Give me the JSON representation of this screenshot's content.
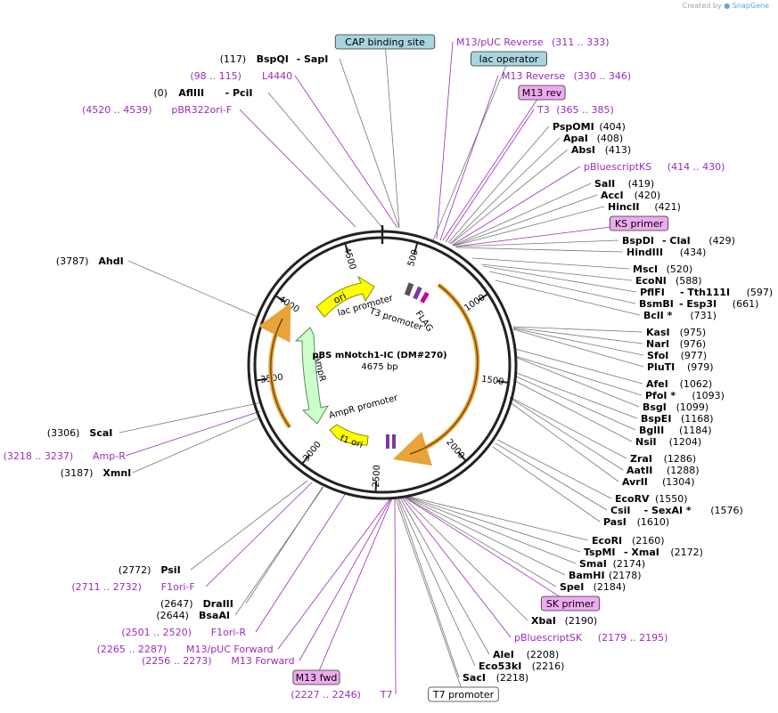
{
  "credit": {
    "prefix": "Created by",
    "brand": "SnapGene"
  },
  "plasmid": {
    "name": "pBS mNotch1-IC (DM#270)",
    "size": "4675 bp"
  },
  "colors": {
    "site": "#000000",
    "primer": "#9c2bbd",
    "line": "#777777",
    "primer_line": "#9c2bbd",
    "ori": "#ffff00",
    "ampr": "#ccffcc",
    "gene": "#f5b041",
    "cap_box": "#a8d5dd",
    "primer_box": "#eeaaf0"
  },
  "ticks": [
    "500",
    "1000",
    "1500",
    "2000",
    "2500",
    "3000",
    "3500",
    "4000",
    "4500"
  ],
  "features": {
    "ori": "ori",
    "lac_promoter": "lac promoter",
    "t3_promoter": "T3 promoter",
    "flag": "FLAG",
    "ampr": "AmpR",
    "ampr_promoter": "AmpR promoter",
    "f1_ori": "f1 ori"
  },
  "labels": [
    {
      "id": "cap",
      "kind": "boxcap",
      "parts": [
        "CAP binding site"
      ]
    },
    {
      "id": "m13puc_rev",
      "kind": "primer",
      "parts": [
        "M13/pUC Reverse",
        "(311 .. 333)"
      ]
    },
    {
      "id": "lacop",
      "kind": "boxcap",
      "parts": [
        "lac operator"
      ]
    },
    {
      "id": "m13rev_p",
      "kind": "primer",
      "parts": [
        "M13 Reverse",
        "(330 .. 346)"
      ]
    },
    {
      "id": "m13rev_box",
      "kind": "boxprimer",
      "parts": [
        "M13 rev"
      ]
    },
    {
      "id": "t3",
      "kind": "primer",
      "parts": [
        "T3",
        "(365 .. 385)"
      ]
    },
    {
      "id": "pspomi",
      "kind": "site",
      "parts": [
        "PspOMI",
        "(404)"
      ]
    },
    {
      "id": "apai",
      "kind": "site",
      "parts": [
        "ApaI",
        "(408)"
      ]
    },
    {
      "id": "absi",
      "kind": "site",
      "parts": [
        "AbsI",
        "(413)"
      ]
    },
    {
      "id": "pbks",
      "kind": "primer",
      "parts": [
        "pBluescriptKS",
        "(414 .. 430)"
      ]
    },
    {
      "id": "sali",
      "kind": "site",
      "parts": [
        "SalI",
        "(419)"
      ]
    },
    {
      "id": "acci",
      "kind": "site",
      "parts": [
        "AccI",
        "(420)"
      ]
    },
    {
      "id": "hincii",
      "kind": "site",
      "parts": [
        "HincII",
        "(421)"
      ]
    },
    {
      "id": "ks",
      "kind": "boxprimer",
      "parts": [
        "KS primer"
      ]
    },
    {
      "id": "bspdi",
      "kind": "site",
      "parts": [
        "BspDI",
        "- ClaI",
        "(429)"
      ]
    },
    {
      "id": "hindiii",
      "kind": "site",
      "parts": [
        "HindIII",
        "(434)"
      ]
    },
    {
      "id": "msci",
      "kind": "site",
      "parts": [
        "MscI",
        "(520)"
      ]
    },
    {
      "id": "econi",
      "kind": "site",
      "parts": [
        "EcoNI",
        "(588)"
      ]
    },
    {
      "id": "pflfi",
      "kind": "site",
      "parts": [
        "PflFI",
        "- Tth111I",
        "(597)"
      ]
    },
    {
      "id": "bsmbi",
      "kind": "site",
      "parts": [
        "BsmBI",
        "- Esp3I",
        "(661)"
      ]
    },
    {
      "id": "bcli",
      "kind": "site",
      "parts": [
        "BclI *",
        "(731)"
      ]
    },
    {
      "id": "kasi",
      "kind": "site",
      "parts": [
        "KasI",
        "(975)"
      ]
    },
    {
      "id": "nari",
      "kind": "site",
      "parts": [
        "NarI",
        "(976)"
      ]
    },
    {
      "id": "sfoi",
      "kind": "site",
      "parts": [
        "SfoI",
        "(977)"
      ]
    },
    {
      "id": "pluti",
      "kind": "site",
      "parts": [
        "PluTI",
        "(979)"
      ]
    },
    {
      "id": "afei",
      "kind": "site",
      "parts": [
        "AfeI",
        "(1062)"
      ]
    },
    {
      "id": "pfoi",
      "kind": "site",
      "parts": [
        "PfoI *",
        "(1093)"
      ]
    },
    {
      "id": "bsgi",
      "kind": "site",
      "parts": [
        "BsgI",
        "(1099)"
      ]
    },
    {
      "id": "bspei",
      "kind": "site",
      "parts": [
        "BspEI",
        "(1168)"
      ]
    },
    {
      "id": "bglii",
      "kind": "site",
      "parts": [
        "BglII",
        "(1184)"
      ]
    },
    {
      "id": "nsii",
      "kind": "site",
      "parts": [
        "NsiI",
        "(1204)"
      ]
    },
    {
      "id": "zrai",
      "kind": "site",
      "parts": [
        "ZraI",
        "(1286)"
      ]
    },
    {
      "id": "aatii",
      "kind": "site",
      "parts": [
        "AatII",
        "(1288)"
      ]
    },
    {
      "id": "avrii",
      "kind": "site",
      "parts": [
        "AvrII",
        "(1304)"
      ]
    },
    {
      "id": "ecorv",
      "kind": "site",
      "parts": [
        "EcoRV",
        "(1550)"
      ]
    },
    {
      "id": "csii",
      "kind": "site",
      "parts": [
        "CsiI",
        "- SexAI *",
        "(1576)"
      ]
    },
    {
      "id": "pasi",
      "kind": "site",
      "parts": [
        "PasI",
        "(1610)"
      ]
    },
    {
      "id": "ecori",
      "kind": "site",
      "parts": [
        "EcoRI",
        "(2160)"
      ]
    },
    {
      "id": "tspmi",
      "kind": "site",
      "parts": [
        "TspMI",
        "- XmaI",
        "(2172)"
      ]
    },
    {
      "id": "smai",
      "kind": "site",
      "parts": [
        "SmaI",
        "(2174)"
      ]
    },
    {
      "id": "bamhi",
      "kind": "site",
      "parts": [
        "BamHI",
        "(2178)"
      ]
    },
    {
      "id": "spei",
      "kind": "site",
      "parts": [
        "SpeI",
        "(2184)"
      ]
    },
    {
      "id": "sk",
      "kind": "boxprimer",
      "parts": [
        "SK primer"
      ]
    },
    {
      "id": "xbai",
      "kind": "site",
      "parts": [
        "XbaI",
        "(2190)"
      ]
    },
    {
      "id": "pbsk",
      "kind": "primer",
      "parts": [
        "pBluescriptSK",
        "(2179 .. 2195)"
      ]
    },
    {
      "id": "alei",
      "kind": "site",
      "parts": [
        "AleI",
        "(2208)"
      ]
    },
    {
      "id": "eco53ki",
      "kind": "site",
      "parts": [
        "Eco53kI",
        "(2216)"
      ]
    },
    {
      "id": "saci",
      "kind": "site",
      "parts": [
        "SacI",
        "(2218)"
      ]
    },
    {
      "id": "t7prom",
      "kind": "boxwhite",
      "parts": [
        "T7 promoter"
      ]
    },
    {
      "id": "t7",
      "kind": "primer_r",
      "parts": [
        "(2227 .. 2246)",
        "T7"
      ]
    },
    {
      "id": "m13fwd",
      "kind": "boxprimer",
      "parts": [
        "M13 fwd"
      ]
    },
    {
      "id": "m13fwd_p",
      "kind": "primer_r",
      "parts": [
        "(2256 .. 2273)",
        "M13 Forward"
      ]
    },
    {
      "id": "m13puc_fwd",
      "kind": "primer_r",
      "parts": [
        "(2265 .. 2287)",
        "M13/pUC Forward"
      ]
    },
    {
      "id": "f1orir",
      "kind": "primer_r",
      "parts": [
        "(2501 .. 2520)",
        "F1ori-R"
      ]
    },
    {
      "id": "bsaai",
      "kind": "site_r",
      "parts": [
        "(2644)",
        "BsaAI"
      ]
    },
    {
      "id": "draiii",
      "kind": "site_r",
      "parts": [
        "(2647)",
        "DraIII"
      ]
    },
    {
      "id": "f1orif",
      "kind": "primer_r",
      "parts": [
        "(2711 .. 2732)",
        "F1ori-F"
      ]
    },
    {
      "id": "psii",
      "kind": "site_r",
      "parts": [
        "(2772)",
        "PsiI"
      ]
    },
    {
      "id": "xmni",
      "kind": "site_r",
      "parts": [
        "(3187)",
        "XmnI"
      ]
    },
    {
      "id": "ampr_p",
      "kind": "primer_r",
      "parts": [
        "(3218 .. 3237)",
        "Amp-R"
      ]
    },
    {
      "id": "scai",
      "kind": "site_r",
      "parts": [
        "(3306)",
        "ScaI"
      ]
    },
    {
      "id": "ahdi",
      "kind": "site_r",
      "parts": [
        "(3787)",
        "AhdI"
      ]
    },
    {
      "id": "pbr322",
      "kind": "primer_r",
      "parts": [
        "(4520 .. 4539)",
        "pBR322ori-F"
      ]
    },
    {
      "id": "aflIII",
      "kind": "site_r",
      "parts": [
        "(0)",
        "AflIII",
        "- PciI"
      ]
    },
    {
      "id": "l4440",
      "kind": "primer_r",
      "parts": [
        "(98 .. 115)",
        "L4440"
      ]
    },
    {
      "id": "bspqi",
      "kind": "site_r",
      "parts": [
        "(117)",
        "BspQI",
        "- SapI"
      ]
    }
  ]
}
